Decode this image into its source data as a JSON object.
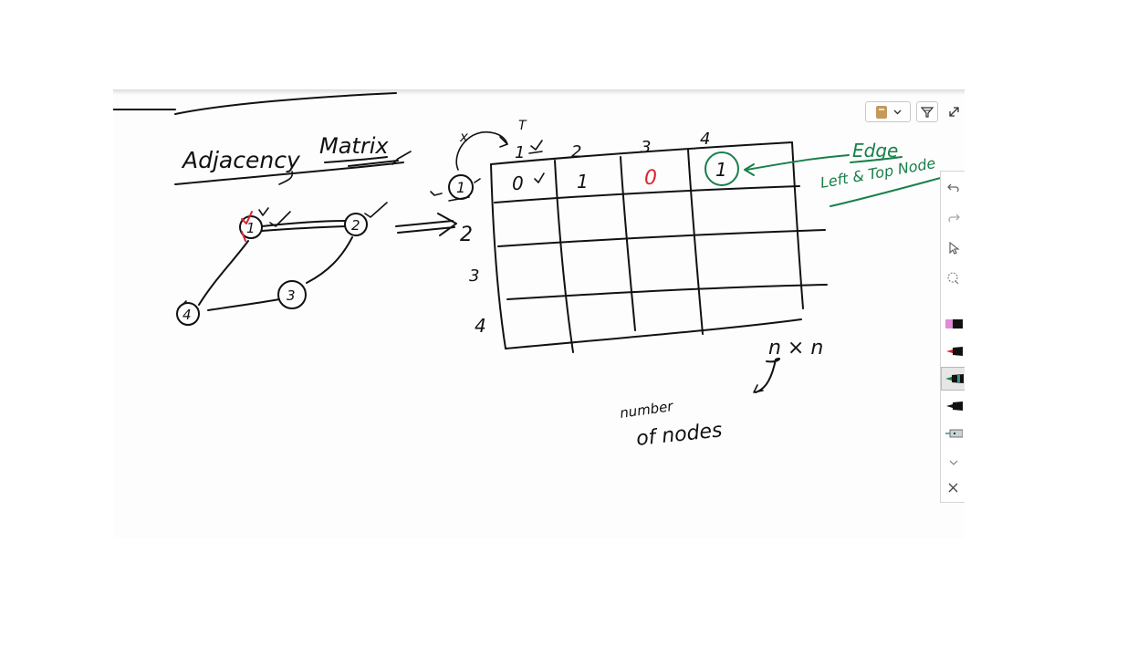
{
  "whiteboard": {
    "title_word_1": "Adjacency",
    "title_word_2": "Matrix",
    "graph": {
      "nodes": [
        "1",
        "2",
        "3",
        "4"
      ],
      "edges": [
        [
          "1",
          "2"
        ],
        [
          "1",
          "4"
        ],
        [
          "2",
          "3"
        ],
        [
          "3",
          "4"
        ]
      ]
    },
    "matrix": {
      "column_headers": [
        "1",
        "2",
        "3",
        "4"
      ],
      "row_headers": [
        "1",
        "2",
        "3",
        "4"
      ],
      "first_row_values": [
        "0",
        "1",
        "0",
        "1"
      ],
      "column_marker": "x",
      "column_marker_top": "T"
    },
    "annotations": {
      "edge_label": "Edge",
      "edge_detail": "Left & Top Node",
      "size_formula": "n × n",
      "size_note_line1": "number",
      "size_note_line2": "of nodes"
    },
    "colors": {
      "ink": "#111111",
      "green": "#18804a",
      "red": "#d8252f",
      "notebook_icon": "#c49a5c",
      "pink_highlighter": "#e08ad8",
      "teal_pen": "#2c9a86"
    }
  },
  "top_toolbar": {
    "notebook_icon": "notebook-icon",
    "dropdown_icon": "chevron-down-icon",
    "filter_icon": "filter-icon",
    "expand_icon": "expand-icon"
  },
  "pen_toolbar": {
    "tools": [
      {
        "name": "undo",
        "icon": "undo-icon"
      },
      {
        "name": "redo",
        "icon": "redo-icon"
      },
      {
        "name": "select",
        "icon": "pointer-icon"
      },
      {
        "name": "lasso",
        "icon": "lasso-icon"
      },
      {
        "name": "highlighter",
        "icon": "highlighter-icon"
      },
      {
        "name": "pen-red",
        "icon": "pen-red-icon"
      },
      {
        "name": "pen-green",
        "icon": "pen-green-icon"
      },
      {
        "name": "pen-black",
        "icon": "pen-black-icon"
      },
      {
        "name": "ruler",
        "icon": "ruler-icon"
      },
      {
        "name": "more",
        "icon": "chevron-down-icon"
      },
      {
        "name": "close",
        "icon": "close-icon"
      }
    ]
  }
}
